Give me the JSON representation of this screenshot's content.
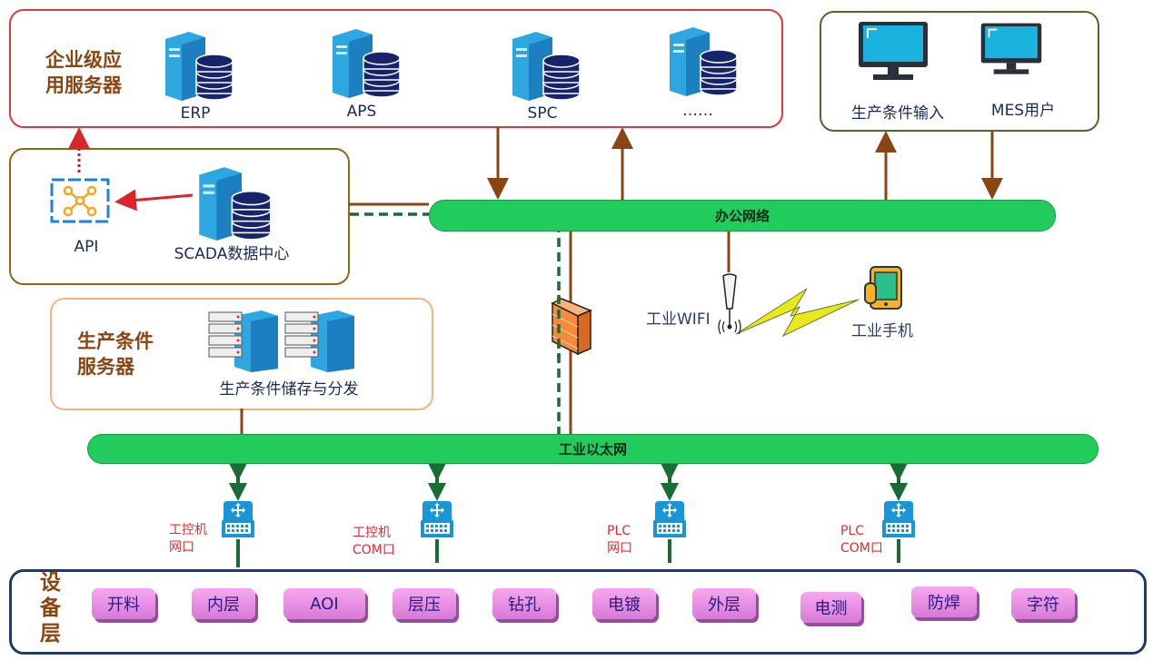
{
  "enterprise": {
    "title_line1": "企业级应",
    "title_line2": "用服务器",
    "servers": [
      "ERP",
      "APS",
      "SPC",
      "……"
    ]
  },
  "clients": {
    "items": [
      "生产条件输入",
      "MES用户"
    ]
  },
  "scada": {
    "api_label": "API",
    "center_label": "SCADA数据中心"
  },
  "production": {
    "title_line1": "生产条件",
    "title_line2": "服务器",
    "label": "生产条件储存与分发"
  },
  "office_network": "办公网络",
  "industrial_ethernet": "工业以太网",
  "wireless": {
    "wifi_label": "工业WIFI",
    "phone_label": "工业手机"
  },
  "ports": [
    {
      "line1": "工控机",
      "line2": "网口"
    },
    {
      "line1": "工控机",
      "line2": "COM口"
    },
    {
      "line1": "PLC",
      "line2": "网口"
    },
    {
      "line1": "PLC",
      "line2": "COM口"
    }
  ],
  "device_layer": {
    "title": [
      "设",
      "备",
      "层"
    ],
    "devices": [
      "开料",
      "内层",
      "AOI",
      "层压",
      "钻孔",
      "电镀",
      "外层",
      "电测",
      "防焊",
      "字符"
    ]
  },
  "colors": {
    "network": "#22cc5c",
    "link": "#8B4513",
    "dashed": "#1a6b35",
    "enterprise_border": "#d9393f",
    "device_button": "#e59be6"
  }
}
